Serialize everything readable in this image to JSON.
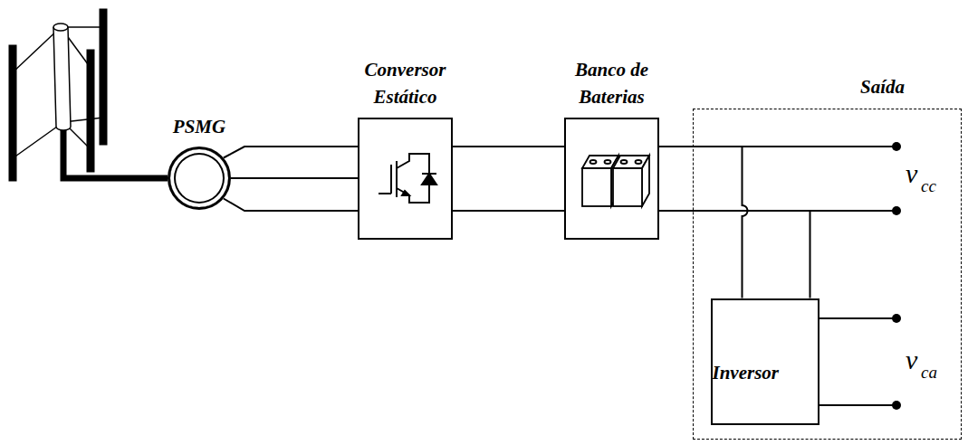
{
  "diagram": {
    "nodes": [
      {
        "text": [
          "PSMG"
        ]
      },
      {
        "text": [
          "Conversor Estático"
        ]
      },
      {
        "text": [
          "Banco de Baterias"
        ]
      },
      {
        "text": [
          "Saída"
        ]
      },
      {
        "text": [
          "Inversor"
        ],
        "in": 3
      }
    ],
    "edges": [
      {
        "from": 0,
        "to": 1,
        "arrow": "none"
      },
      {
        "from": 0,
        "to": 1,
        "arrow": "none"
      },
      {
        "from": 0,
        "to": 1,
        "arrow": "none"
      },
      {
        "from": 1,
        "to": 2,
        "arrow": "none"
      },
      {
        "from": 1,
        "to": 2,
        "arrow": "none"
      },
      {
        "from": 2,
        "to": 4,
        "arrow": "none"
      },
      {
        "from": 2,
        "to": 4,
        "arrow": "none"
      }
    ],
    "labels": [
      "v",
      "cc",
      "v",
      "ca"
    ]
  }
}
